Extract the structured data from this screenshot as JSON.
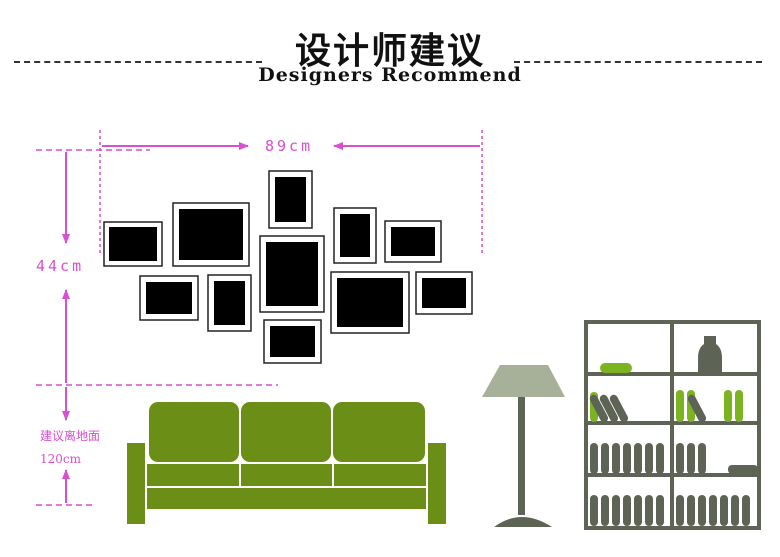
{
  "header": {
    "title_cn": "设计师建议",
    "title_en": "Designers Recommend"
  },
  "dimensions": {
    "width_label": "89cm",
    "height_label": "44cm",
    "floor_note_line1": "建议离地面",
    "floor_note_line2": "120cm"
  },
  "colors": {
    "accent_pink": "#d94fd0",
    "sofa_green": "#6b8e16",
    "furniture_gray": "#5d6456",
    "book_green": "#7cb321",
    "frame_fill": "#000000"
  }
}
